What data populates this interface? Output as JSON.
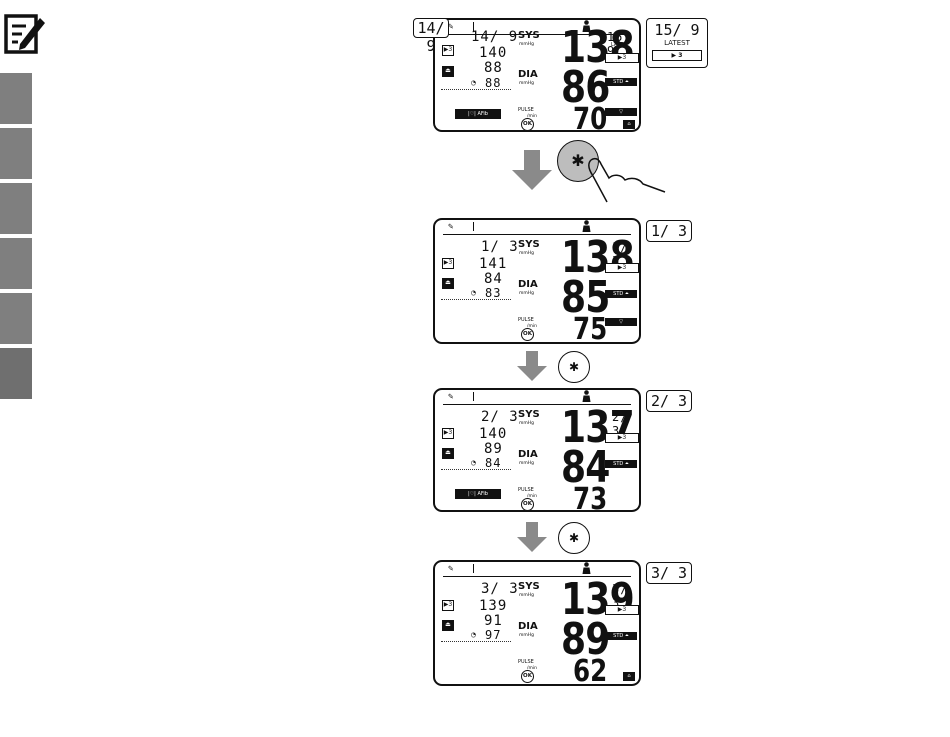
{
  "panels": [
    {
      "date_left": "14/ 9",
      "sys_small": "140",
      "dia_small": "88",
      "pulse_small": "88",
      "sys": "138",
      "dia": "86",
      "pulse": "70",
      "date_right": "15/ 9",
      "latest": "LATEST",
      "play": "▶3",
      "afib": "AFib",
      "callout": "14/ 9"
    },
    {
      "date_left": "1/ 3",
      "sys_small": "141",
      "dia_small": "84",
      "pulse_small": "83",
      "sys": "138",
      "dia": "85",
      "pulse": "75",
      "date_right": "1/ 3",
      "play": "▶3",
      "callout": "1/ 3"
    },
    {
      "date_left": "2/ 3",
      "sys_small": "140",
      "dia_small": "89",
      "pulse_small": "84",
      "sys": "137",
      "dia": "84",
      "pulse": "73",
      "date_right": "2/ 3",
      "play": "▶3",
      "afib": "AFib",
      "callout": "2/ 3"
    },
    {
      "date_left": "3/ 3",
      "sys_small": "139",
      "dia_small": "91",
      "pulse_small": "97",
      "sys": "139",
      "dia": "89",
      "pulse": "62",
      "date_right": "3/ 3",
      "play": "▶3",
      "callout": "3/ 3"
    }
  ],
  "labels": {
    "sys": "SYS",
    "dia": "DIA",
    "pulse": "PULSE",
    "pulse_unit": "/min",
    "mmhg": "mmHg",
    "ok": "OK"
  },
  "latest_callout": {
    "date": "15/ 9",
    "latest": "LATEST",
    "play": "▶ 3"
  },
  "icons": [
    "note-edit-icon",
    "bluetooth-icon",
    "hand-press-icon",
    "down-arrow-icon",
    "person-icon"
  ],
  "colors": {
    "tab_gray": "#7f7f7f",
    "arrow_gray": "#8a8a8a",
    "lcd_black": "#111111"
  }
}
